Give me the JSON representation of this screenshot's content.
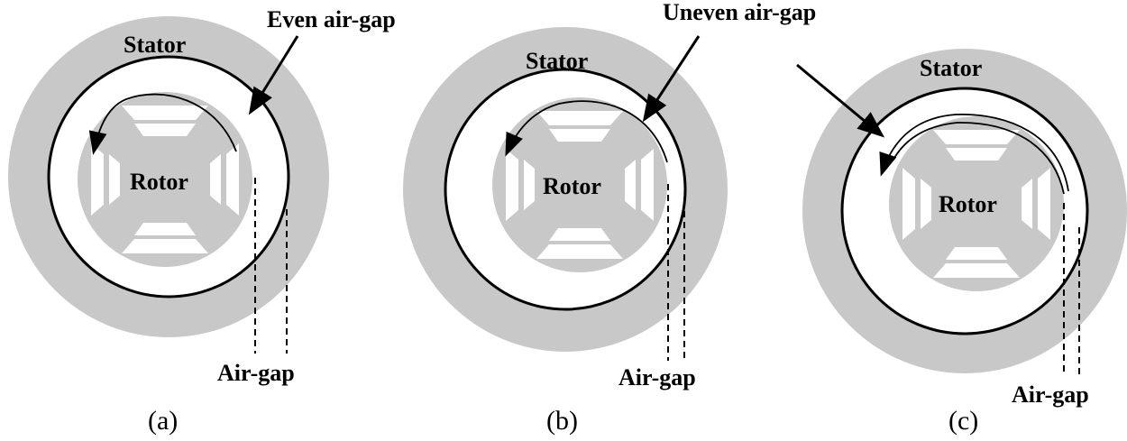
{
  "panels": [
    {
      "id": "a",
      "caption": "(a)",
      "stator_label": "Stator",
      "rotor_label": "Rotor",
      "gap_type_label": "Even air-gap",
      "airgap_label": "Air-gap"
    },
    {
      "id": "b",
      "caption": "(b)",
      "stator_label": "Stator",
      "rotor_label": "Rotor",
      "gap_type_label": "Uneven air-gap",
      "airgap_label": "Air-gap"
    },
    {
      "id": "c",
      "caption": "(c)",
      "stator_label": "Stator",
      "rotor_label": "Rotor",
      "gap_type_label": "",
      "airgap_label": "Air-gap"
    }
  ],
  "colors": {
    "stator_fill": "#c8c8c8",
    "rotor_fill": "#c8c8c8",
    "outline": "#000000",
    "background": "#ffffff"
  }
}
